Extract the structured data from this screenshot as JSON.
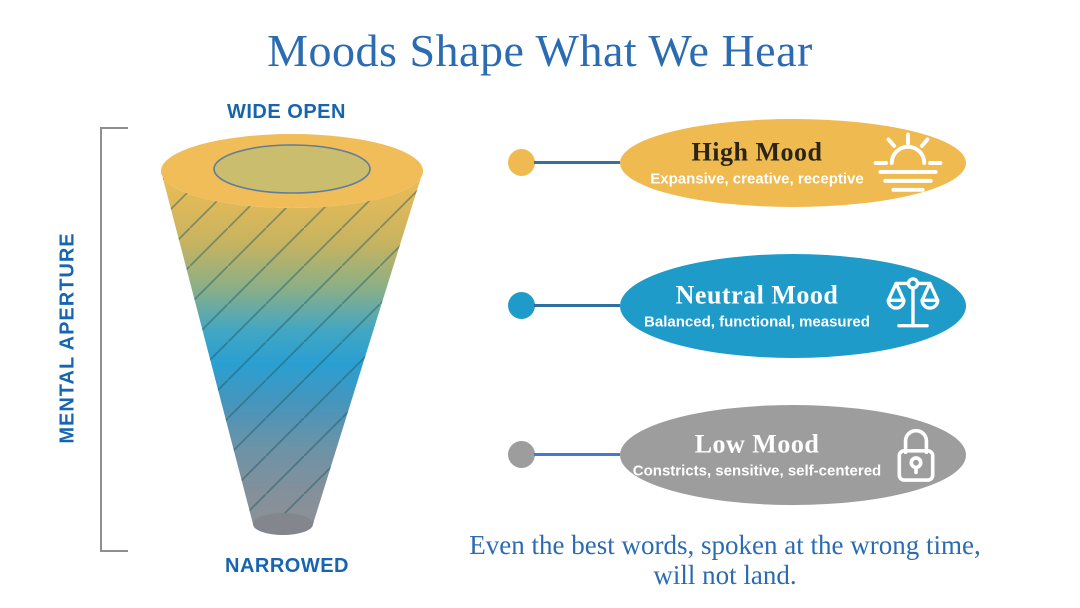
{
  "title": "Moods Shape What We Hear",
  "funnel": {
    "top_label": "WIDE OPEN",
    "bottom_label": "NARROWED",
    "axis_label": "MENTAL APERTURE"
  },
  "moods": [
    {
      "name": "High Mood",
      "description": "Expansive, creative, receptive",
      "icon": "sunrise-icon",
      "oval_color": "#EFBA4F",
      "name_color": "#2A2518",
      "desc_color": "#FFFFFF",
      "connector_color": "#3A6E9E"
    },
    {
      "name": "Neutral Mood",
      "description": "Balanced, functional, measured",
      "icon": "scales-icon",
      "oval_color": "#1E9BC9",
      "name_color": "#FFFFFF",
      "desc_color": "#FFFFFF",
      "connector_color": "#2F6FA0"
    },
    {
      "name": "Low Mood",
      "description": "Constricts, sensitive, self-centered",
      "icon": "padlock-icon",
      "oval_color": "#9D9D9E",
      "name_color": "#FFFFFF",
      "desc_color": "#FFFFFF",
      "connector_color": "#4478D1"
    }
  ],
  "quote": {
    "line1": "Even the best words, spoken at the wrong time,",
    "line2": "will not land."
  },
  "colors": {
    "title_text": "#2B6BB1",
    "label_text": "#1765AF",
    "quote_text": "#2B6BB1",
    "bracket": "#8F8F8F",
    "funnel_top": "#EFBC55",
    "funnel_mid": "#2A9FD2",
    "funnel_bottom": "#8F9095",
    "background": "#FFFFFF"
  }
}
